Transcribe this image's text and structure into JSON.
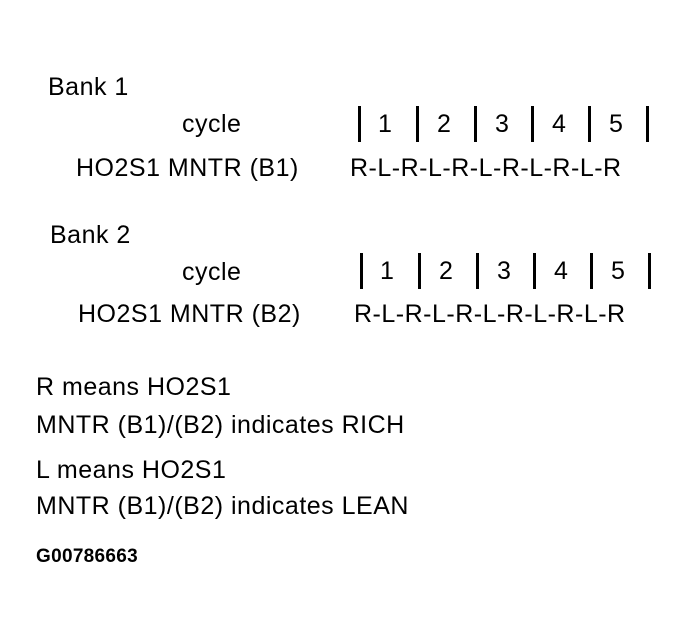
{
  "bank1": {
    "title": "Bank 1",
    "cycle_label": "cycle",
    "cycles": [
      "1",
      "2",
      "3",
      "4",
      "5"
    ],
    "monitor_label": "HO2S1 MNTR (B1)",
    "sequence": "R-L-R-L-R-L-R-L-R-L-R"
  },
  "bank2": {
    "title": "Bank 2",
    "cycle_label": "cycle",
    "cycles": [
      "1",
      "2",
      "3",
      "4",
      "5"
    ],
    "monitor_label": "HO2S1 MNTR (B2)",
    "sequence": "R-L-R-L-R-L-R-L-R-L-R"
  },
  "legend": {
    "r_line1": "R means HO2S1",
    "r_line2": "MNTR (B1)/(B2) indicates RICH",
    "l_line1": "L means HO2S1",
    "l_line2": "MNTR (B1)/(B2) indicates LEAN"
  },
  "figure_id": "G00786663"
}
